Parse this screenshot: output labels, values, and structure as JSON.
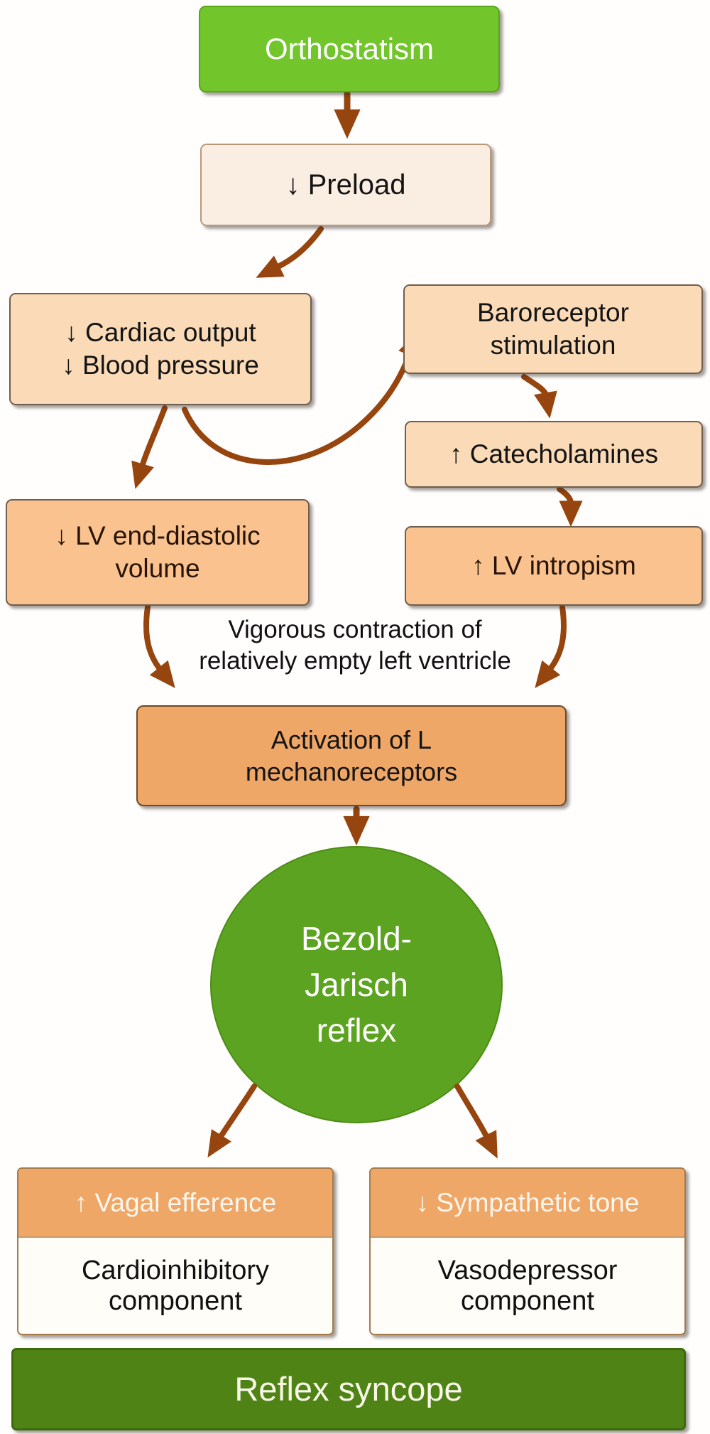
{
  "nodes": {
    "orthostatism": {
      "label": "Orthostatism"
    },
    "preload": {
      "label": "↓ Preload"
    },
    "cardiac_output": {
      "label": "↓ Cardiac output\n↓ Blood pressure"
    },
    "baroreceptor": {
      "label": "Baroreceptor\nstimulation"
    },
    "catecholamines": {
      "label": "↑ Catecholamines"
    },
    "lv_end_diastolic": {
      "label": "↓ LV end-diastolic\nvolume"
    },
    "lv_intropism": {
      "label": "↑ LV intropism"
    },
    "vigorous_note": {
      "label": "Vigorous contraction of\nrelatively empty left ventricle"
    },
    "mechanoreceptors": {
      "label": "Activation of L\nmechanoreceptors"
    },
    "bezold_jarisch": {
      "label": "Bezold-\nJarisch\nreflex"
    },
    "vagal": {
      "header": "↑ Vagal efference",
      "body": "Cardioinhibitory\ncomponent"
    },
    "sympathetic": {
      "header": "↓ Sympathetic tone",
      "body": "Vasodepressor\ncomponent"
    },
    "reflex_syncope": {
      "label": "Reflex syncope"
    }
  },
  "colors": {
    "bright_green": "#72c62b",
    "circle_green": "#5ba320",
    "dark_green": "#4f8316",
    "cream": "#faeee2",
    "peach": "#fbdbb7",
    "deep_peach": "#f9c28e",
    "orange": "#efa768",
    "arrow_brown": "#96450e"
  }
}
